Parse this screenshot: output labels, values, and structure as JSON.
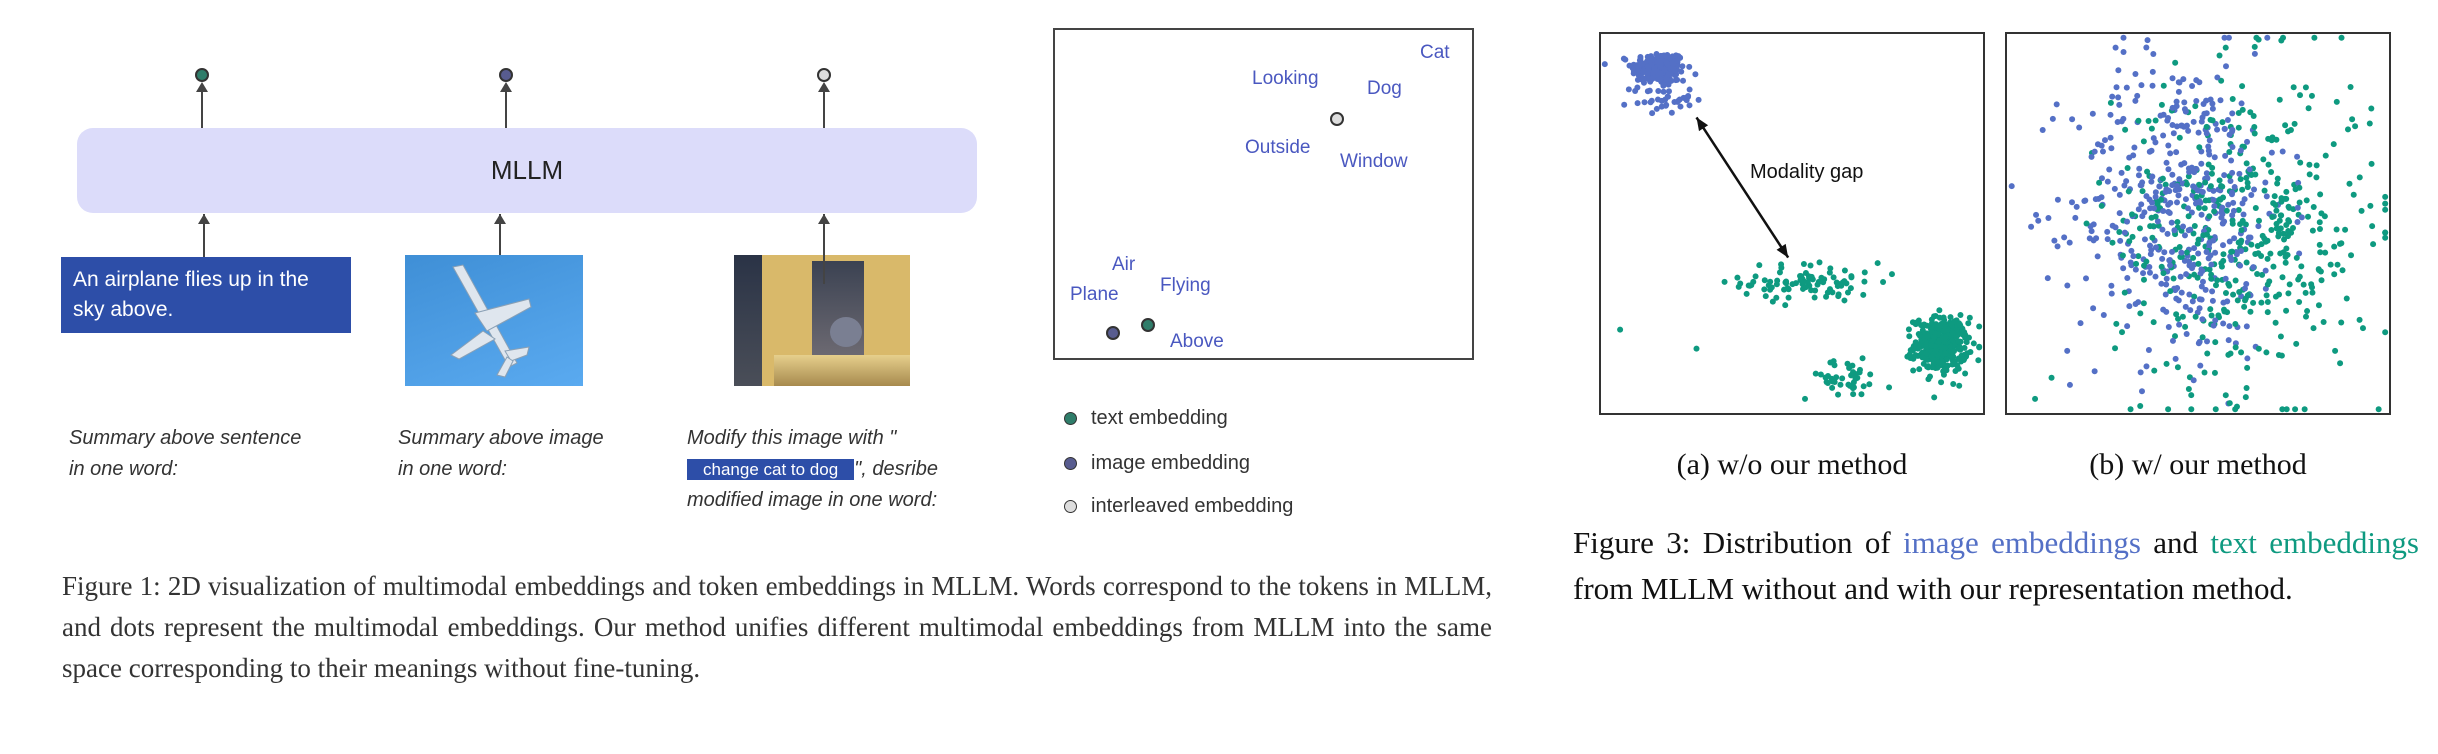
{
  "figure1": {
    "model_label": "MLLM",
    "input_text": "An airplane flies up in the sky above.",
    "prompts": {
      "sentence_line1": "Summary above sentence",
      "sentence_line2": "in one word:",
      "image_line1": "Summary above image",
      "image_line2": "in one word:",
      "edit_line1": "Modify this image with \"",
      "edit_highlight": "change cat to dog",
      "edit_line2_rest": "\", desribe",
      "edit_line3": "modified image in one word:"
    },
    "words": {
      "cat": "Cat",
      "looking": "Looking",
      "dog": "Dog",
      "outside": "Outside",
      "window": "Window",
      "air": "Air",
      "plane": "Plane",
      "flying": "Flying",
      "above": "Above"
    },
    "legend": {
      "text": "text embedding",
      "image": "image embedding",
      "interleaved": "interleaved embedding"
    },
    "colors": {
      "text_embedding": "#2f7d6a",
      "image_embedding": "#585c8f",
      "interleaved_embedding": "#dddddd",
      "word": "#4a58c0",
      "highlight": "#2d4ea8",
      "mllm": "#dcdcfa"
    },
    "caption": "Figure 1: 2D visualization of multimodal embeddings and token embeddings in MLLM. Words correspond to the tokens in MLLM, and dots represent the multimodal embeddings. Our method unifies different multimodal embeddings from MLLM into the same space corresponding to their meanings without fine-tuning."
  },
  "figure3": {
    "caption_prefix": "Figure 3: Distribution of ",
    "caption_image": "image embeddings",
    "caption_mid": " and ",
    "caption_text": "text embeddings",
    "caption_suffix": " from MLLM without and with our representation method.",
    "colors": {
      "image": "#5470c6",
      "text": "#0e9a80"
    }
  },
  "chart_data": [
    {
      "type": "scatter",
      "title": "(a) w/o our method",
      "annotation": "Modality gap",
      "xlim": [
        0,
        100
      ],
      "ylim": [
        0,
        100
      ],
      "grid": false,
      "arrow": {
        "from": [
          25,
          78
        ],
        "to": [
          49,
          41
        ]
      },
      "clusters": [
        {
          "series": "image",
          "center": [
            15,
            91
          ],
          "spread": [
            3.5,
            2.2
          ],
          "count": 220
        },
        {
          "series": "image",
          "center": [
            16,
            83
          ],
          "spread": [
            4,
            2
          ],
          "count": 40
        },
        {
          "series": "text",
          "center": [
            55,
            34.5
          ],
          "spread": [
            9,
            2.6
          ],
          "count": 90
        },
        {
          "series": "text",
          "center": [
            89,
            18
          ],
          "spread": [
            3.5,
            3.6
          ],
          "count": 360
        },
        {
          "series": "text",
          "center": [
            64,
            9
          ],
          "spread": [
            6,
            2.5
          ],
          "count": 40
        }
      ],
      "points": [
        {
          "series": "text",
          "x": 5,
          "y": 22
        },
        {
          "series": "text",
          "x": 25,
          "y": 17
        }
      ]
    },
    {
      "type": "scatter",
      "title": "(b) w/ our method",
      "xlim": [
        0,
        100
      ],
      "ylim": [
        0,
        100
      ],
      "grid": false,
      "clusters": [
        {
          "series": "image",
          "center": [
            45,
            55
          ],
          "spread": [
            14,
            20
          ],
          "count": 450
        },
        {
          "series": "text",
          "center": [
            62,
            48
          ],
          "spread": [
            17,
            21
          ],
          "count": 450
        }
      ],
      "points": []
    }
  ]
}
